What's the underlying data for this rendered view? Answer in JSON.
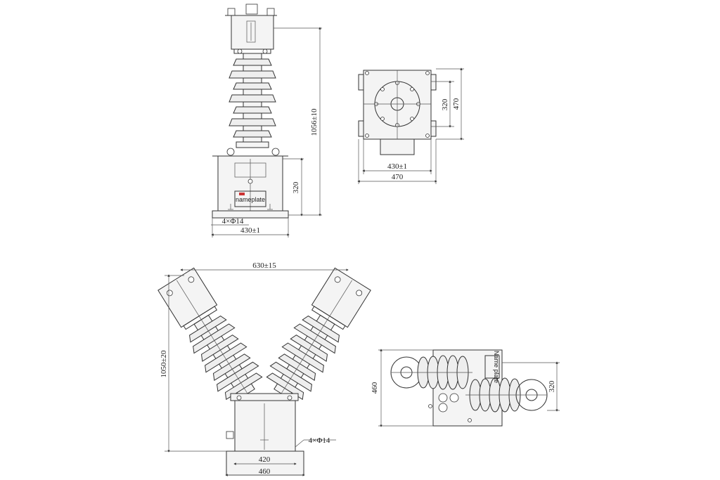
{
  "drawings": {
    "front_view_1": {
      "dims": {
        "height": "1056±10",
        "base_height": "320",
        "holes": "4×Φ14",
        "base_width": "430±1"
      },
      "nameplate": "nameplate"
    },
    "top_view_1": {
      "dims": {
        "inner_v": "320",
        "outer_v": "470",
        "inner_h": "430±1",
        "outer_h": "470"
      }
    },
    "front_view_2": {
      "dims": {
        "span": "630±15",
        "height": "1050±20",
        "holes": "4×Φ14",
        "inner_w": "420",
        "outer_w": "460"
      }
    },
    "top_view_2": {
      "dims": {
        "depth": "460",
        "offset": "320"
      },
      "nameplate": "Name plate"
    }
  },
  "colors": {
    "line": "#333333",
    "fill": "#eeeeee",
    "accent": "#cc3333"
  }
}
